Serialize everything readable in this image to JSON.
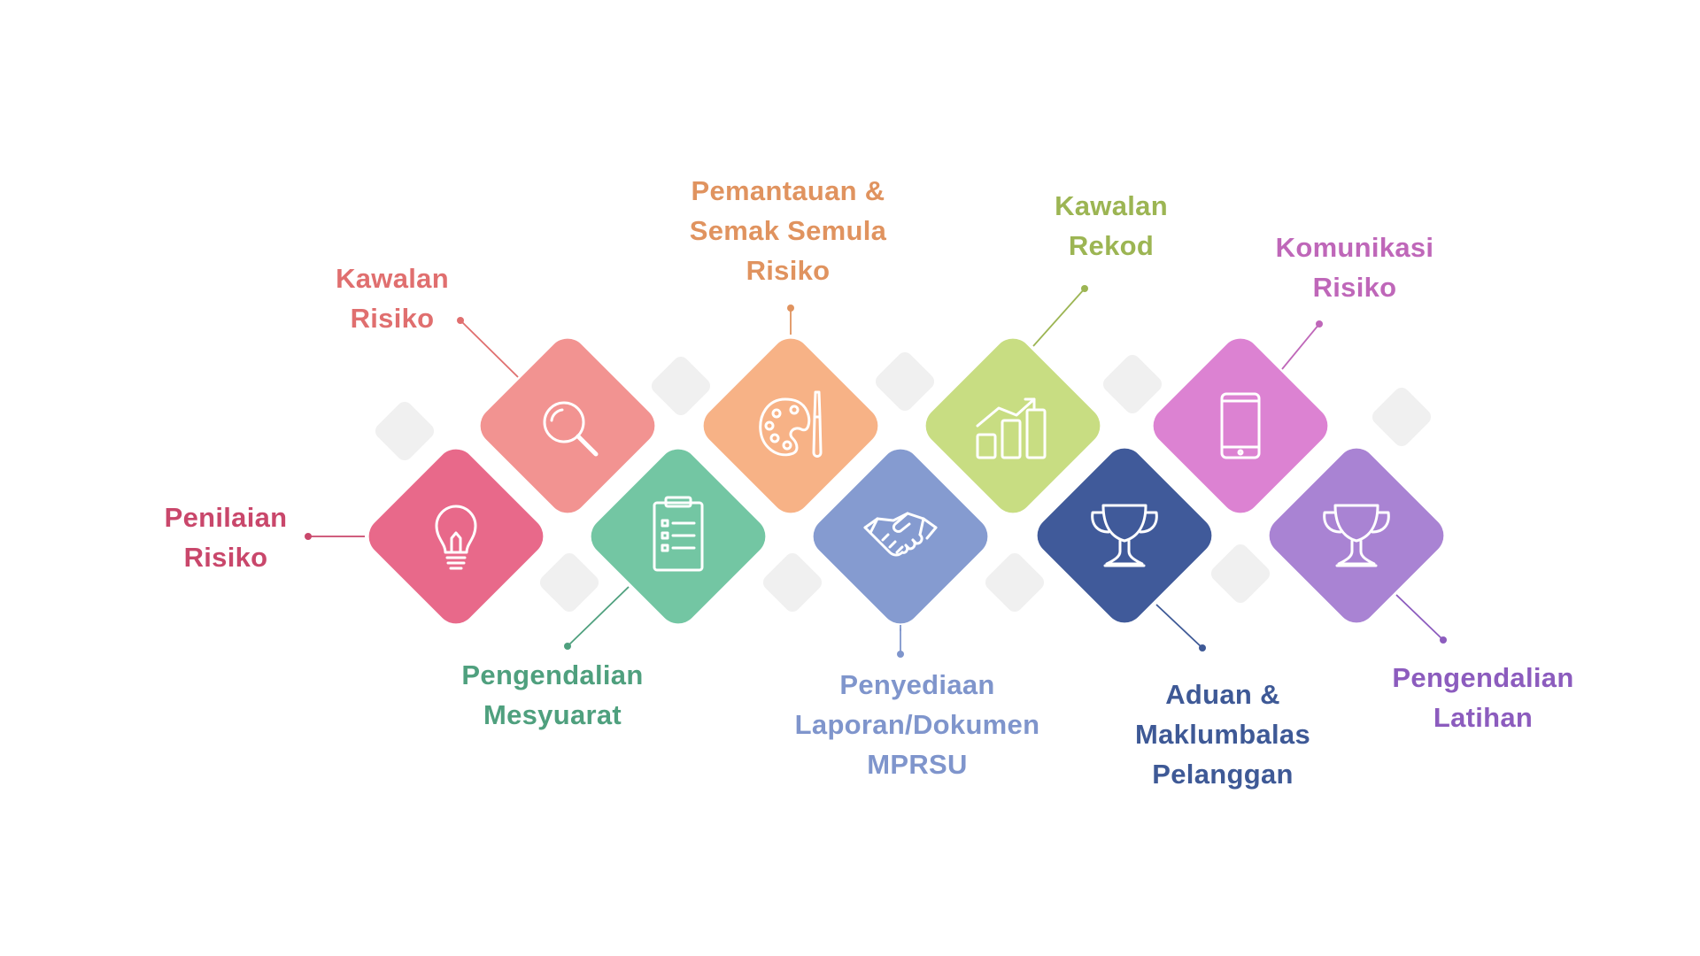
{
  "steps": [
    {
      "id": "penilaian",
      "label": "Penilaian\nRisiko",
      "color": "#E8698A",
      "text_color": "#C9476B",
      "icon": "lightbulb-icon"
    },
    {
      "id": "kawalan-risiko",
      "label": "Kawalan\nRisiko",
      "color": "#F29391",
      "text_color": "#E06F6F",
      "icon": "search-icon"
    },
    {
      "id": "pengendalian-mesyuarat",
      "label": "Pengendalian\nMesyuarat",
      "color": "#73C6A3",
      "text_color": "#4FA07E",
      "icon": "clipboard-icon"
    },
    {
      "id": "pemantauan",
      "label": "Pemantauan &\nSemak Semula\nRisiko",
      "color": "#F7B286",
      "text_color": "#E0935F",
      "icon": "palette-icon"
    },
    {
      "id": "penyediaan",
      "label": "Penyediaan\nLaporan/Dokumen\nMPRSU",
      "color": "#859BD0",
      "text_color": "#7F95CC",
      "icon": "handshake-icon"
    },
    {
      "id": "kawalan-rekod",
      "label": "Kawalan\nRekod",
      "color": "#C8DD82",
      "text_color": "#9CB553",
      "icon": "growth-chart-icon"
    },
    {
      "id": "aduan",
      "label": "Aduan &\nMaklumbalas\nPelanggan",
      "color": "#405A9A",
      "text_color": "#3E5996",
      "icon": "trophy-icon"
    },
    {
      "id": "komunikasi",
      "label": "Komunikasi\nRisiko",
      "color": "#DC82D2",
      "text_color": "#BF67B9",
      "icon": "mobile-phone-icon"
    },
    {
      "id": "pengendalian-latihan",
      "label": "Pengendalian\nLatihan",
      "color": "#A983D3",
      "text_color": "#8C5CBE",
      "icon": "trophy-icon"
    }
  ],
  "accent_colors": {
    "background": "#FFFFFF",
    "placeholder_diamond": "#F0F0F0",
    "icon_stroke": "#FFFFFF"
  }
}
